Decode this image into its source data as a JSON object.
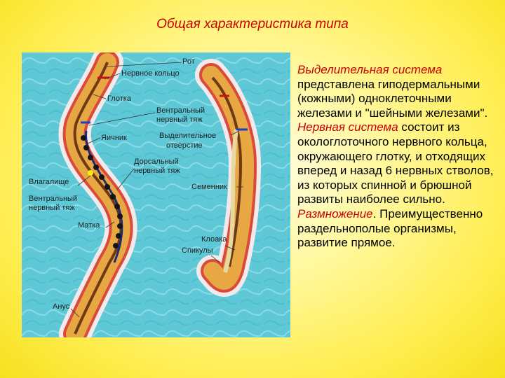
{
  "slide": {
    "title": "Общая характеристика типа"
  },
  "diagram": {
    "labels": {
      "rot": "Рот",
      "nervnoe_koltso": "Нервное кольцо",
      "glotka": "Глотка",
      "ventralny_tyazh_1": "Вентральный",
      "ventralny_tyazh_2": "нервный тяж",
      "yaichnik": "Яичник",
      "vydel_otv_1": "Выделительное",
      "vydel_otv_2": "отверстие",
      "dorsalny_1": "Дорсальный",
      "dorsalny_2": "нервный тяж",
      "vlagalishche": "Влагалище",
      "semennik": "Семенник",
      "ventralny2_1": "Вентральный",
      "ventralny2_2": "нервный тяж",
      "matka": "Матка",
      "kloaka": "Клоака",
      "spikuly": "Спикулы",
      "anus": "Анус"
    }
  },
  "text": {
    "excretory_heading": "Выделительная система",
    "excretory_body": "представлена гиподермальными (кожными) одноклеточными железами и \"шейными железами\".",
    "nervous_heading": "Нервная система",
    "nervous_body": "состоит из окологлоточного нервного кольца, окружающего глотку, и отходящих вперед и назад 6 нервных стволов, из которых спинной и брюшной развиты наиболее сильно.",
    "reproduction_heading": "Размножение",
    "reproduction_body": "Преимущественно раздельнополые организмы, развитие прямое."
  },
  "colors": {
    "accent_red": "#cc0000",
    "diagram_bg": "#5ec8d6"
  }
}
